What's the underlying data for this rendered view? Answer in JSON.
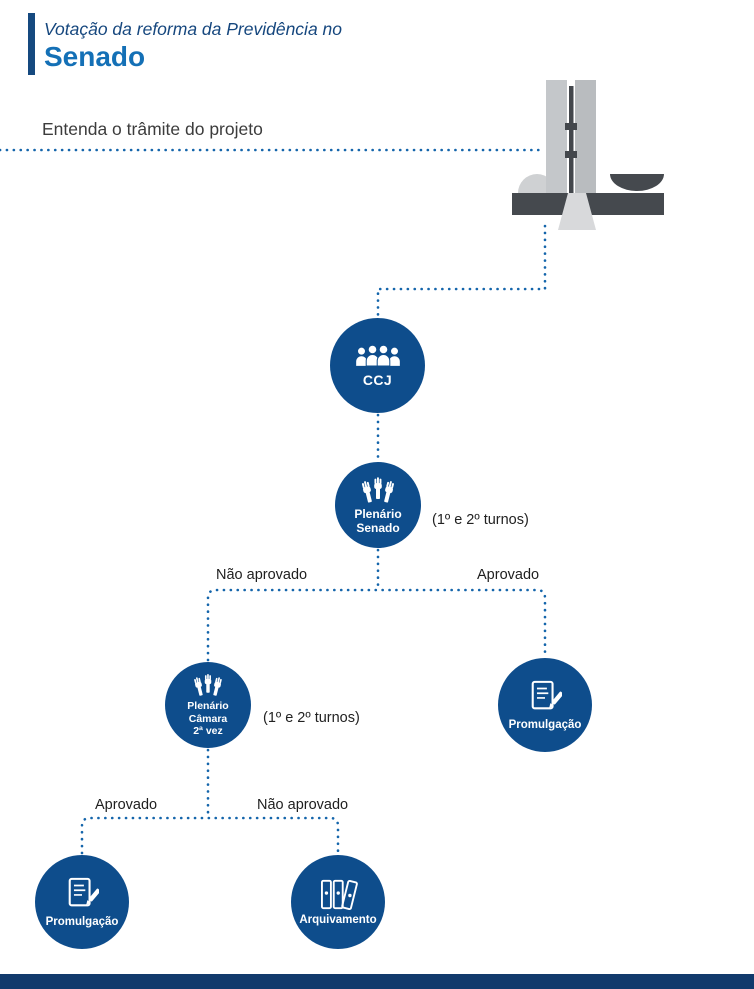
{
  "header": {
    "kicker": "Votação da reforma da Previdência no",
    "title": "Senado",
    "subtitle": "Entenda o trâmite do projeto"
  },
  "building": {
    "name": "congresso-nacional-illustration"
  },
  "flow": {
    "nodes": {
      "ccj": {
        "label": "CCJ",
        "icon": "committee-people-icon"
      },
      "plenario_senado": {
        "line1": "Plenário",
        "line2": "Senado",
        "icon": "voting-hands-icon",
        "note": "(1º e 2º turnos)"
      },
      "promulgacao_direita": {
        "label": "Promulgação",
        "icon": "signed-document-icon"
      },
      "plenario_camara": {
        "line1": "Plenário",
        "line2": "Câmara",
        "line3": "2ª vez",
        "icon": "voting-hands-icon",
        "note": "(1º e 2º turnos)"
      },
      "promulgacao_esquerda": {
        "label": "Promulgação",
        "icon": "signed-document-icon"
      },
      "arquivamento": {
        "label": "Arquivamento",
        "icon": "archive-binders-icon"
      }
    },
    "branches": {
      "senado_nao_aprovado": "Não aprovado",
      "senado_aprovado": "Aprovado",
      "camara_aprovado": "Aprovado",
      "camara_nao_aprovado": "Não aprovado"
    }
  },
  "colors": {
    "node_blue": "#0e4d8c",
    "dotted_line_blue": "#1465ab",
    "title_navy": "#16477e",
    "title_blue": "#1470b6",
    "footer_bar_navy": "#113a6c"
  }
}
